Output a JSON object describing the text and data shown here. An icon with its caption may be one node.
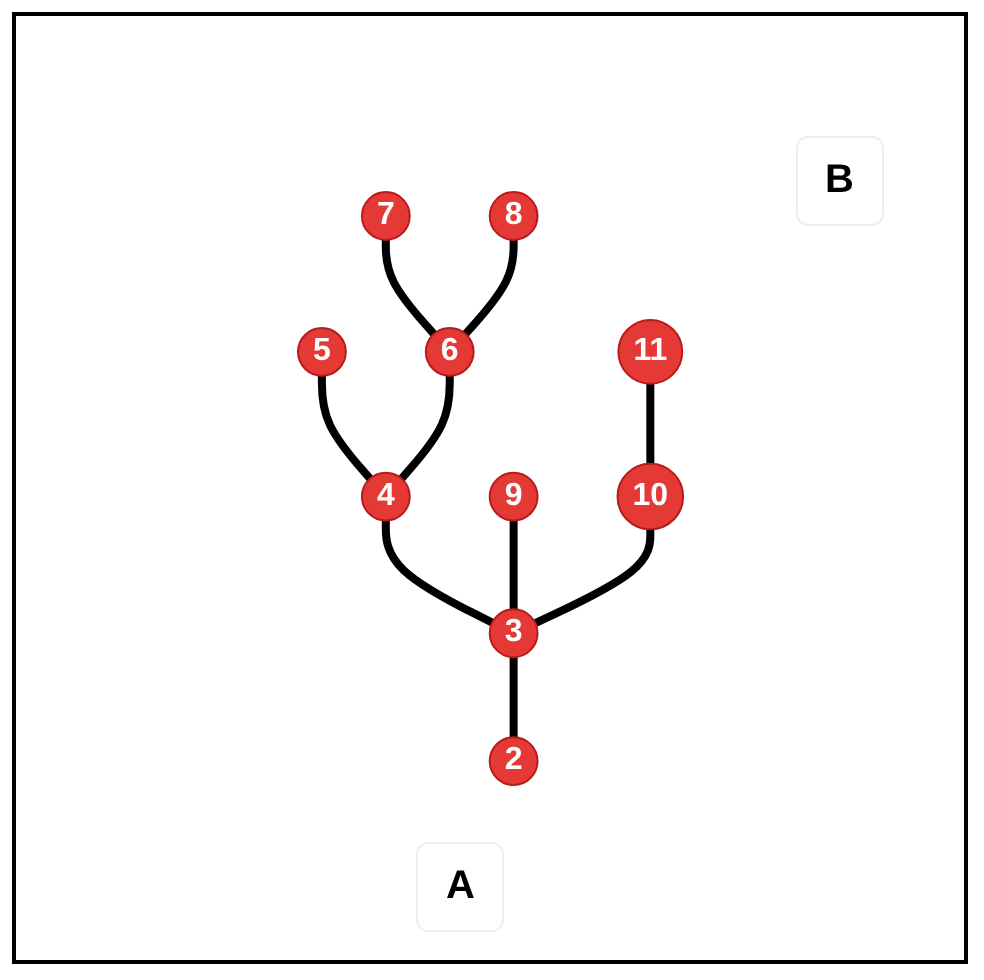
{
  "diagram": {
    "nodes": [
      {
        "text": [
          "2"
        ]
      },
      {
        "text": [
          "3"
        ]
      },
      {
        "text": [
          "4"
        ]
      },
      {
        "text": [
          "5"
        ]
      },
      {
        "text": [
          "6"
        ]
      },
      {
        "text": [
          "7"
        ]
      },
      {
        "text": [
          "8"
        ]
      },
      {
        "text": [
          "9"
        ]
      },
      {
        "text": [
          "10"
        ]
      },
      {
        "text": [
          "11"
        ]
      }
    ],
    "edges": [
      {
        "from": 0,
        "to": 1,
        "arrow": "none"
      },
      {
        "from": 1,
        "to": 2,
        "arrow": "none"
      },
      {
        "from": 2,
        "to": 3,
        "arrow": "none"
      },
      {
        "from": 2,
        "to": 4,
        "arrow": "none"
      },
      {
        "from": 4,
        "to": 5,
        "arrow": "none"
      },
      {
        "from": 4,
        "to": 6,
        "arrow": "none"
      },
      {
        "from": 1,
        "to": 7,
        "arrow": "none"
      },
      {
        "from": 1,
        "to": 8,
        "arrow": "none"
      },
      {
        "from": 8,
        "to": 9,
        "arrow": "none"
      }
    ],
    "labels": [
      "B",
      "A"
    ]
  }
}
